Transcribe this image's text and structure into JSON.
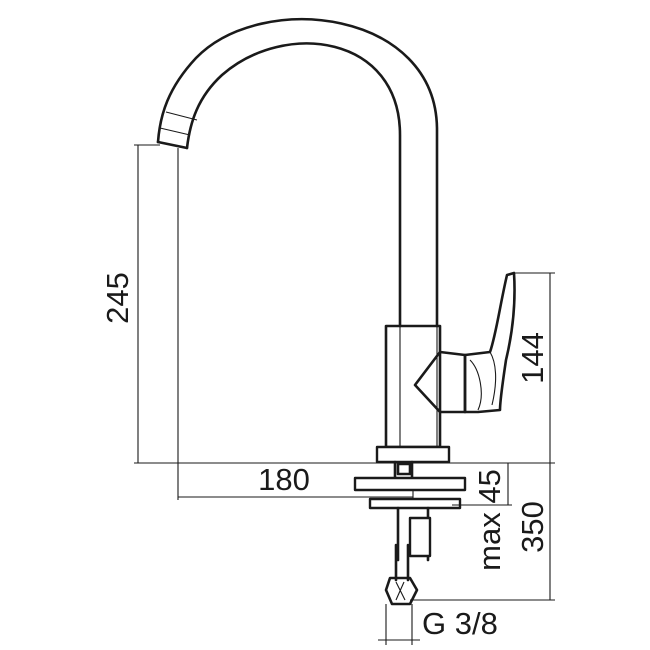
{
  "dimensions": {
    "spout_height": "245",
    "handle_height": "144",
    "spout_reach": "180",
    "max_deck_thickness": "max 45",
    "hose_length": "350",
    "connection_thread": "G 3/8"
  }
}
